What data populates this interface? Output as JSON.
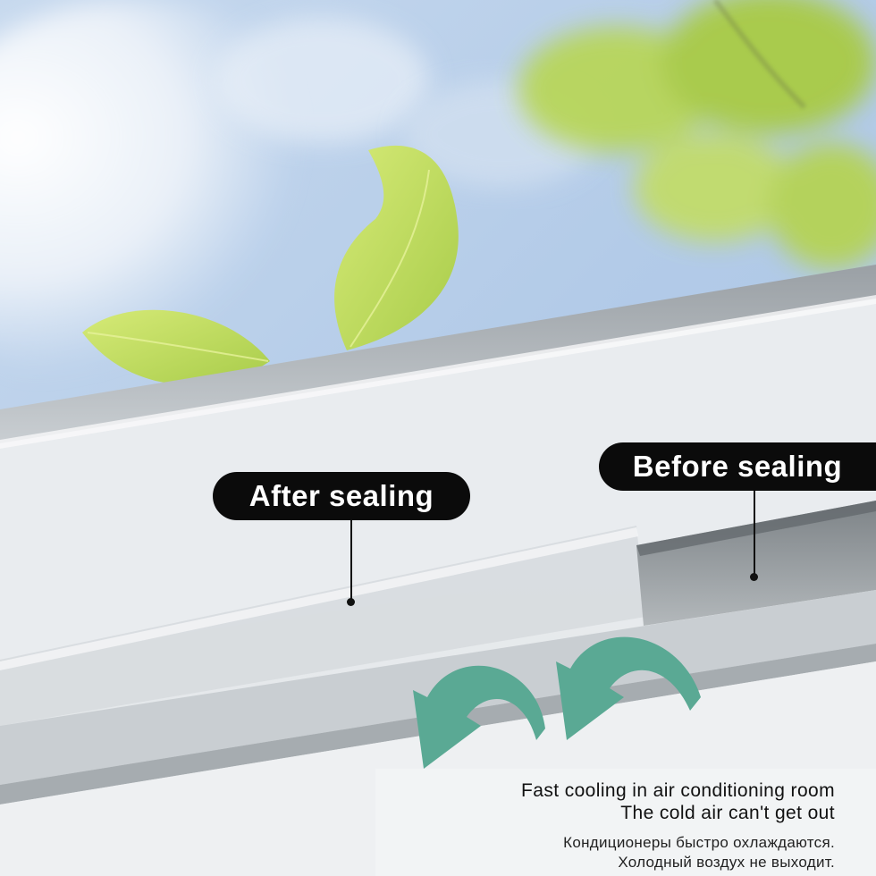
{
  "labels": {
    "after": "After sealing",
    "before": "Before sealing"
  },
  "captions": {
    "english_line1": "Fast cooling in air conditioning room",
    "english_line2": "The cold air can't get out",
    "russian_line1": "Кондиционеры быстро охлаждаются.",
    "russian_line2": "Холодный воздух не выходит."
  },
  "colors": {
    "sky": "#bcd3ec",
    "leaf": "#b9d95a",
    "frame": "#e4e8ec",
    "seal_strip": "#d5dadd",
    "gap": "#8c9296",
    "arrow": "#5aa994",
    "label_bg": "#0b0b0b"
  }
}
